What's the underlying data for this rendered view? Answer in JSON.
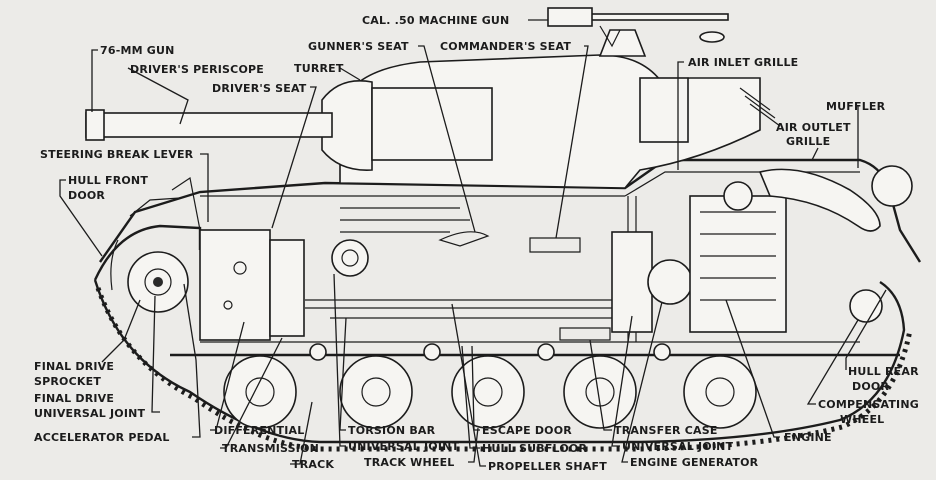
{
  "labels": {
    "machine_gun": "CAL. .50 MACHINE GUN",
    "gun_76": "76-MM GUN",
    "drivers_periscope": "DRIVER'S PERISCOPE",
    "gunners_seat": "GUNNER'S SEAT",
    "commanders_seat": "COMMANDER'S SEAT",
    "turret": "TURRET",
    "drivers_seat": "DRIVER'S SEAT",
    "air_inlet_grille": "AIR INLET GRILLE",
    "muffler": "MUFFLER",
    "air_outlet_line1": "AIR OUTLET",
    "air_outlet_line2": "GRILLE",
    "steering_brake_lever": "STEERING BREAK LEVER",
    "hull_front_line1": "HULL FRONT",
    "hull_front_line2": "DOOR",
    "final_drive_sprocket_line1": "FINAL DRIVE",
    "final_drive_sprocket_line2": "SPROCKET",
    "final_drive_uj_line1": "FINAL DRIVE",
    "final_drive_uj_line2": "UNIVERSAL JOINT",
    "accelerator_pedal": "ACCELERATOR PEDAL",
    "differential": "DIFFERENTIAL",
    "transmission": "TRANSMISSION",
    "track": "TRACK",
    "torsion_bar": "TORSION BAR",
    "universal_joint_left": "UNIVERSAL JOINT",
    "track_wheel": "TRACK WHEEL",
    "escape_door": "ESCAPE DOOR",
    "hull_subfloor": "HULL SUBFLOOR",
    "propeller_shaft": "PROPELLER SHAFT",
    "transfer_case": "TRANSFER CASE",
    "universal_joint_right": "UNIVERSAL JOINT",
    "engine_generator": "ENGINE GENERATOR",
    "engine": "ENGINE",
    "hull_rear_line1": "HULL REAR",
    "hull_rear_line2": "DOOR",
    "compensating_line1": "COMPENSATING",
    "compensating_line2": "WHEEL"
  }
}
